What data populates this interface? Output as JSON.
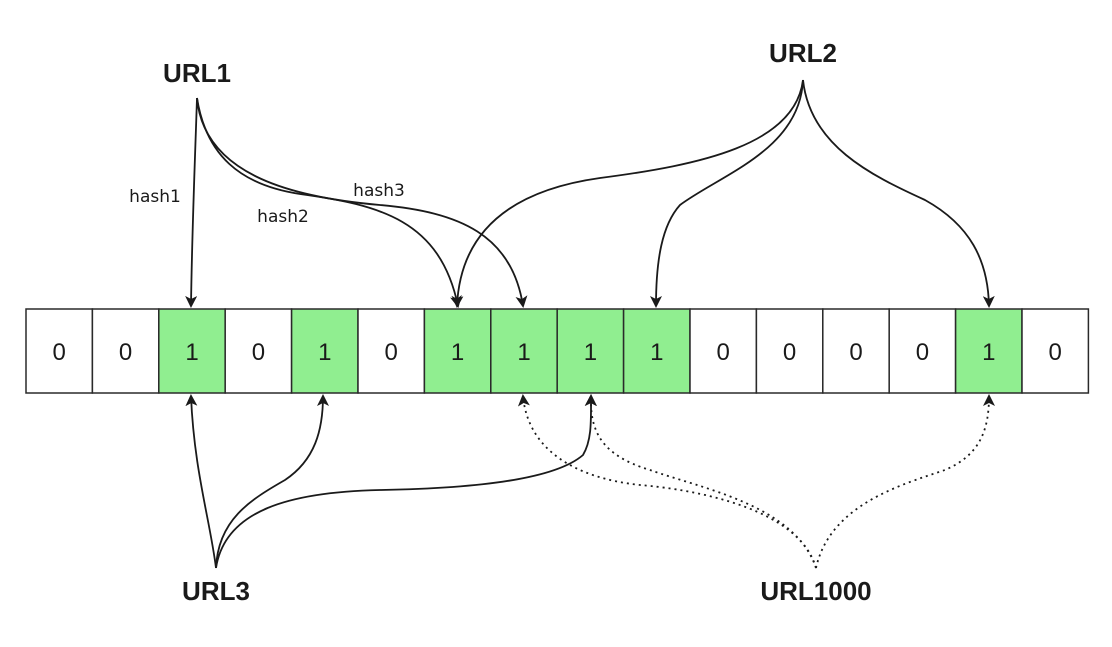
{
  "diagram": {
    "urls": {
      "url1": "URL1",
      "url2": "URL2",
      "url3": "URL3",
      "url1000": "URL1000"
    },
    "hash_labels": {
      "hash1": "hash1",
      "hash2": "hash2",
      "hash3": "hash3"
    },
    "bit_array": [
      "0",
      "0",
      "1",
      "0",
      "1",
      "0",
      "1",
      "1",
      "1",
      "1",
      "0",
      "0",
      "0",
      "0",
      "1",
      "0"
    ],
    "colors": {
      "set_bit": "#90ee90",
      "unset_bit": "#ffffff",
      "border": "#2a2a2a",
      "line": "#1a1a1a"
    }
  }
}
